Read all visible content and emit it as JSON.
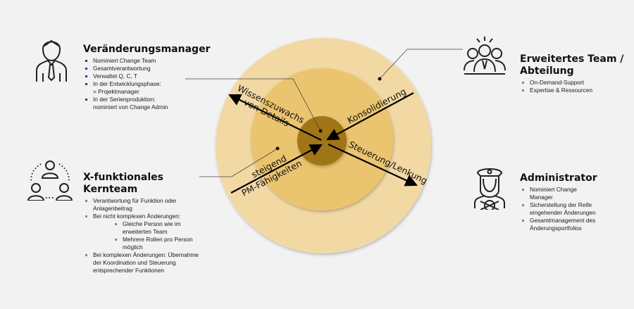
{
  "center": {
    "arrow_labels": {
      "wissen_line1": "Wissenszuwachs",
      "wissen_line2": "von Details",
      "konsolidierung": "Konsolidierung",
      "steuerung": "Steuerung/Lenkung",
      "steigend_line1": "steigend",
      "steigend_line2": "PM-Fähigkeiten"
    },
    "colors": {
      "outer": "#f2d9a4",
      "middle": "#ebc470",
      "inner": "#a07416"
    }
  },
  "manager": {
    "title": "Veränderungsmanager",
    "items": [
      "Nominiert Change Team",
      "Gesamtverantwortung",
      "Verwaltet Q, C, T",
      "In der Entwicklungsphase:",
      "= Projektmanager",
      "In der Serienproduktion:",
      "nominiert von Change Admin"
    ]
  },
  "kernteam": {
    "title_line1": "X-funktionales",
    "title_line2": "Kernteam",
    "items": [
      "Verantwortung für Funktion oder Anlagenbeitrag",
      "Bei nicht komplexen Änderungen:",
      "Bei komplexen Änderungen: Übernahme der Koordination und Steuerung entsprechender Funktionen"
    ],
    "subitems": [
      "Gleiche Person wie im erweiterten Team",
      "Mehrere Rollen pro Person möglich"
    ]
  },
  "team": {
    "title_line1": "Erweitertes Team /",
    "title_line2": "Abteilung",
    "items": [
      "On-Demand-Support",
      "Expertise & Ressourcen"
    ]
  },
  "admin": {
    "title": "Administrator",
    "items": [
      "Nominiert Change Manager",
      "Sicherstellung der Reife eingehender Änderungen",
      "Gesamtmanagement des Änderungsportfolios"
    ]
  }
}
